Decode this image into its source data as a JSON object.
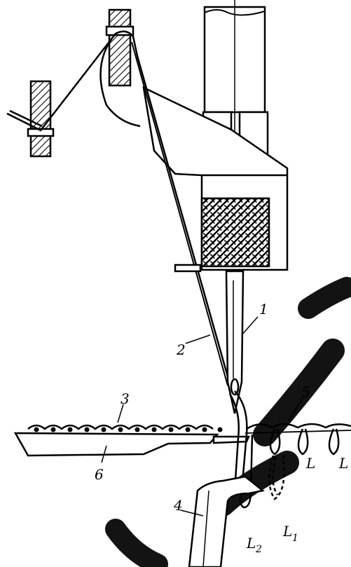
{
  "figure": {
    "labels": {
      "needle": "1",
      "thread": "2",
      "fabric": "3",
      "looper": "4",
      "stitch_line": "5",
      "feed_plate": "6",
      "loop_l2_main": "L",
      "loop_l2_sub": "2",
      "loop_l1_main": "L",
      "loop_l1_sub": "1",
      "loop_a": "L",
      "loop_b": "L"
    },
    "watermark_present": true,
    "colors": {
      "ink": "#000000",
      "paper": "#ffffff"
    }
  }
}
